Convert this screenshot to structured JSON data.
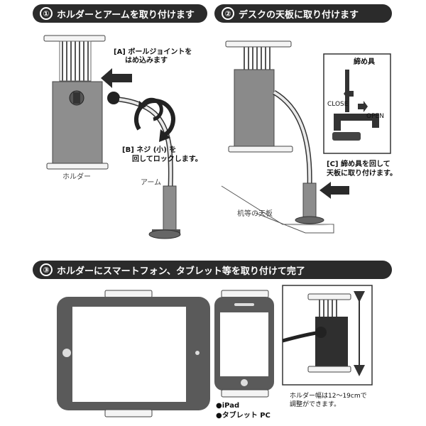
{
  "step1": {
    "num": "①",
    "title": "ホルダーとアームを取り付けます"
  },
  "step2": {
    "num": "②",
    "title": "デスクの天板に取り付けます"
  },
  "step3": {
    "num": "③",
    "title": "ホルダーにスマートフォン、タブレット等を取り付けて完了"
  },
  "labels": {
    "a_line1": "[A] ボールジョイントを",
    "a_line2": "はめ込みます",
    "b_line1": "[B] ネジ (小) を",
    "b_line2": "回してロックします。",
    "holder": "ホルダー",
    "arm": "アーム",
    "clamp": "締め具",
    "close": "CLOSE",
    "open": "OPEN",
    "c_line1": "[C] 締め具を回して",
    "c_line2": "天板に取り付けます。",
    "desk": "机等の天板",
    "ipad": "●iPad",
    "tablet_pc": "●タブレット PC",
    "width_line1": "ホルダー幅は12～19cmで",
    "width_line2": "調整ができます。"
  },
  "colors": {
    "banner": "#2b2b2b",
    "device": "#555555",
    "holder_back": "#888888"
  }
}
